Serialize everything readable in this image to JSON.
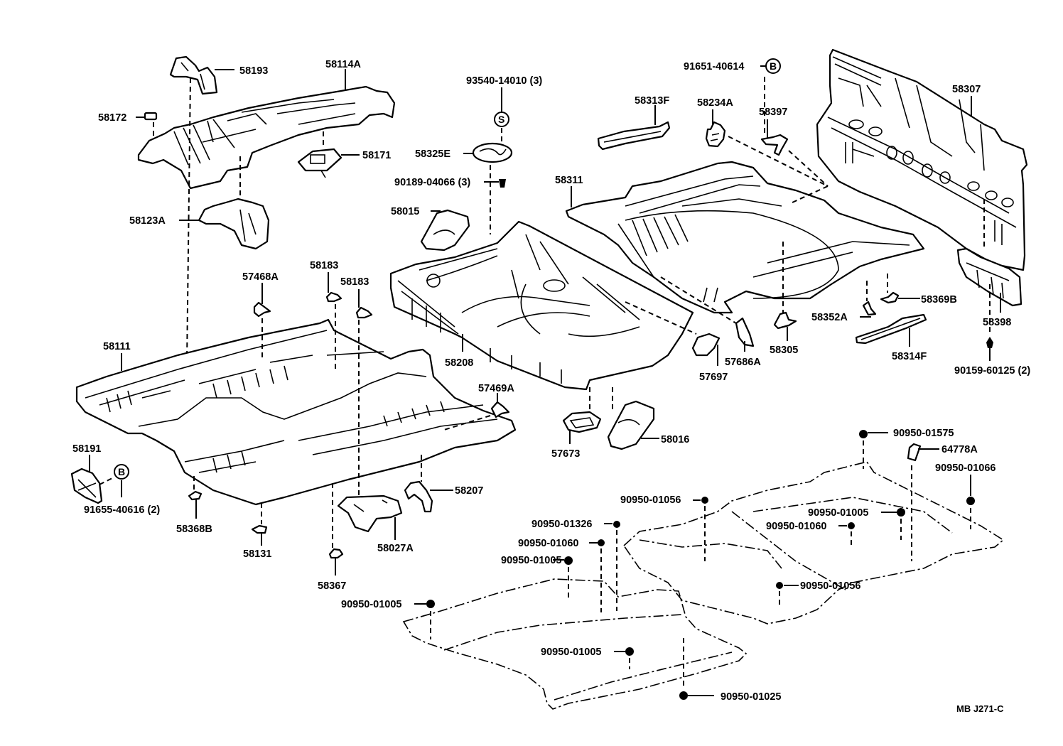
{
  "diagram": {
    "reference_code": "MB J271-C",
    "markers": {
      "S": "S",
      "B": "B"
    },
    "parts": {
      "p58193": "58193",
      "p58114A": "58114A",
      "p58172": "58172",
      "p58171": "58171",
      "p58123A": "58123A",
      "p93540": "93540-14010 (3)",
      "p58325E": "58325E",
      "p90189": "90189-04066 (3)",
      "p58015": "58015",
      "p58313F": "58313F",
      "p91651": "91651-40614",
      "p58234A": "58234A",
      "p58397": "58397",
      "p58307": "58307",
      "p58311": "58311",
      "p57468A": "57468A",
      "p58183a": "58183",
      "p58183b": "58183",
      "p58111": "58111",
      "p58208": "58208",
      "p58369B": "58369B",
      "p58352A": "58352A",
      "p58398": "58398",
      "p58305": "58305",
      "p57686A": "57686A",
      "p57697": "57697",
      "p58314F": "58314F",
      "p90159": "90159-60125 (2)",
      "p57469A": "57469A",
      "p57673": "57673",
      "p58016": "58016",
      "p58191": "58191",
      "p91655": "91655-40616 (2)",
      "p58207": "58207",
      "p58368B": "58368B",
      "p58131": "58131",
      "p58027A": "58027A",
      "p58367": "58367",
      "p90950_01575": "90950-01575",
      "p64778A": "64778A",
      "p90950_01066": "90950-01066",
      "p90950_01056a": "90950-01056",
      "p90950_01005a": "90950-01005",
      "p90950_01060a": "90950-01060",
      "p90950_01326": "90950-01326",
      "p90950_01060b": "90950-01060",
      "p90950_01005b": "90950-01005",
      "p90950_01056b": "90950-01056",
      "p90950_01005c": "90950-01005",
      "p90950_01005d": "90950-01005",
      "p90950_01025": "90950-01025"
    }
  }
}
